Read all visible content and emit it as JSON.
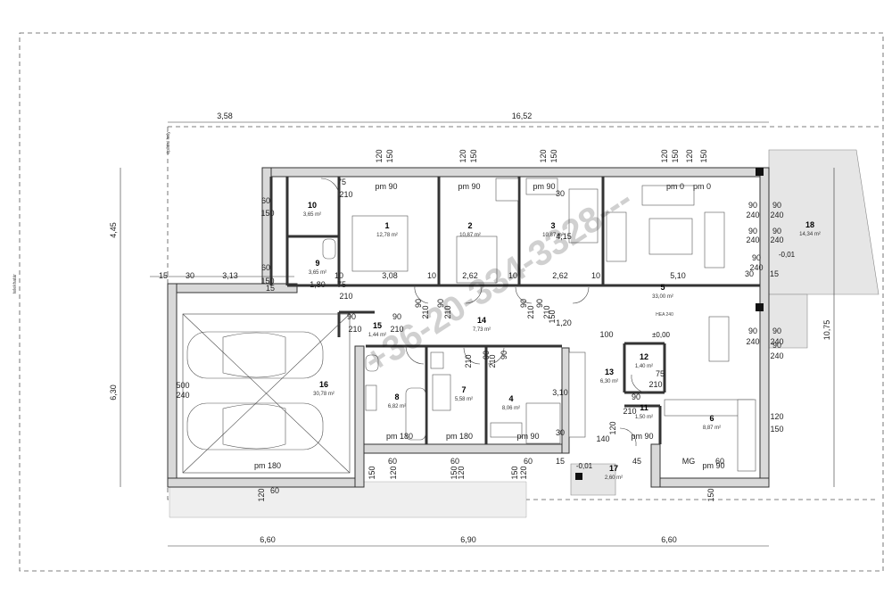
{
  "top_dims": [
    "3,58",
    "16,52"
  ],
  "bottom_dims": [
    "6,60",
    "6,90",
    "6,60"
  ],
  "left_dims": [
    "4,45",
    "6,30"
  ],
  "right_dims": [
    "10,75"
  ],
  "side_labels": [
    "építési hely",
    "telekhatár"
  ],
  "watermark": "+36-20-334-3328---",
  "level_label": "±0,00",
  "beam_label": "HEA 240",
  "levels": [
    "-0,01",
    "-0,01"
  ],
  "rooms": [
    {
      "num": "1",
      "area": "12,78 m²"
    },
    {
      "num": "2",
      "area": "10,87 m²"
    },
    {
      "num": "3",
      "area": "10,87 m²"
    },
    {
      "num": "4",
      "area": "8,06 m²"
    },
    {
      "num": "5",
      "area": "33,00 m²"
    },
    {
      "num": "6",
      "area": "8,87 m²"
    },
    {
      "num": "7",
      "area": "5,58 m²"
    },
    {
      "num": "8",
      "area": "6,82 m²"
    },
    {
      "num": "9",
      "area": "3,65 m²"
    },
    {
      "num": "10",
      "area": "3,65 m²"
    },
    {
      "num": "11",
      "area": "1,50 m²"
    },
    {
      "num": "12",
      "area": "1,40 m²"
    },
    {
      "num": "13",
      "area": "6,30 m²"
    },
    {
      "num": "14",
      "area": "7,73 m²"
    },
    {
      "num": "15",
      "area": "1,44 m²"
    },
    {
      "num": "16",
      "area": "30,78 m²"
    },
    {
      "num": "17",
      "area": "2,60 m²"
    },
    {
      "num": "18",
      "area": "14,34 m²"
    }
  ],
  "openings": {
    "pm90": "pm 90",
    "pm0": "pm 0",
    "pm180": "pm 180",
    "d120": "120",
    "d150": "150",
    "d90": "90",
    "d240": "240",
    "d60": "60",
    "d75": "75",
    "d210": "210",
    "d10": "10",
    "d30": "30",
    "d15": "15",
    "d100": "100",
    "d140": "140",
    "d45": "45",
    "d500": "500",
    "d180": "1,80",
    "d308": "3,08",
    "d262": "2,62",
    "d510": "5,10",
    "d313": "3,13",
    "d415": "4,15",
    "d310": "3,10",
    "d120b": "1,20",
    "mg": "MG"
  }
}
